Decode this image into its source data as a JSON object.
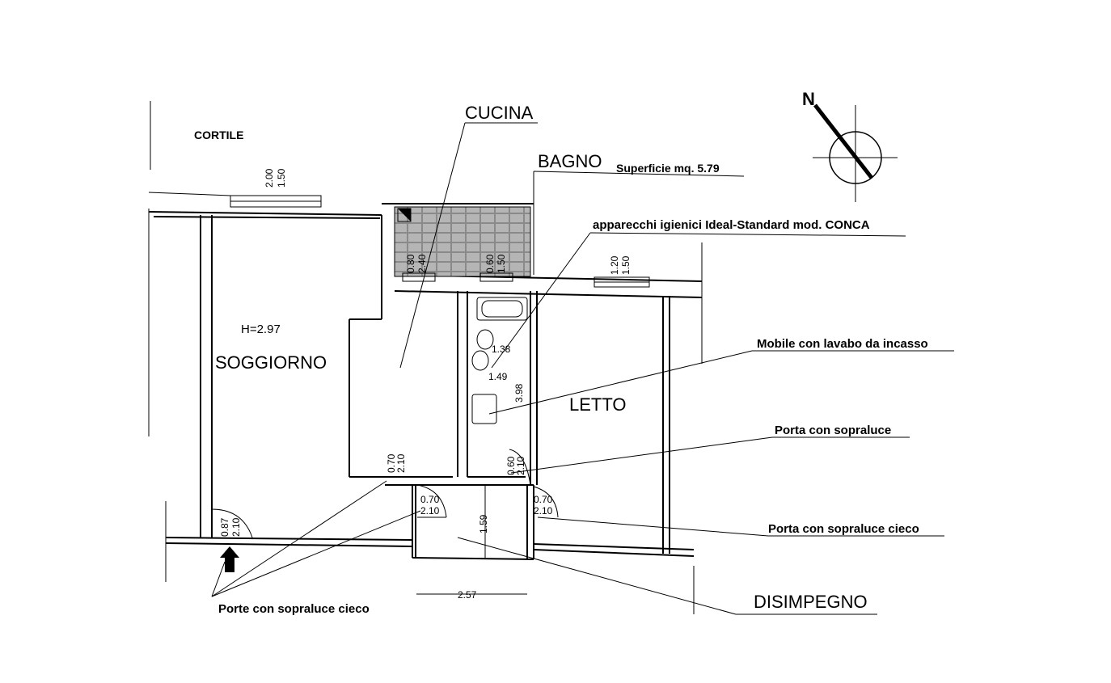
{
  "rooms": {
    "cortile": "CORTILE",
    "cucina": "CUCINA",
    "bagno": "BAGNO",
    "soggiorno": "SOGGIORNO",
    "letto": "LETTO",
    "disimpegno": "DISIMPEGNO"
  },
  "notes": {
    "bagno_superficie": "Superficie mq. 5.79",
    "apparecchi": "apparecchi igienici Ideal-Standard mod. CONCA",
    "mobile": "Mobile con lavabo da incasso",
    "porta_sopraluce": "Porta con sopraluce",
    "porta_sopraluce_cieco": "Porta con sopraluce cieco",
    "porte_sopraluce_cieco": "Porte con sopraluce cieco",
    "altezza": "H=2.97"
  },
  "compass": {
    "north": "N"
  },
  "dimensions": {
    "win1_a": "2.00",
    "win1_b": "1.50",
    "win2_a": "0.80",
    "win2_b": "2.40",
    "win3_a": "0.60",
    "win3_b": "1.50",
    "win4_a": "1.20",
    "win4_b": "1.50",
    "d138": "1.38",
    "d149": "1.49",
    "d398": "3.98",
    "door1_a": "0.70",
    "door1_b": "2.10",
    "door2_a": "0.70",
    "door2_b": "2.10",
    "door3_a": "0.60",
    "door3_b": "2.10",
    "door4_a": "0.70",
    "door4_b": "2.10",
    "entry_a": "0.87",
    "entry_b": "2.10",
    "d159": "1.59",
    "d257": "2.57"
  }
}
